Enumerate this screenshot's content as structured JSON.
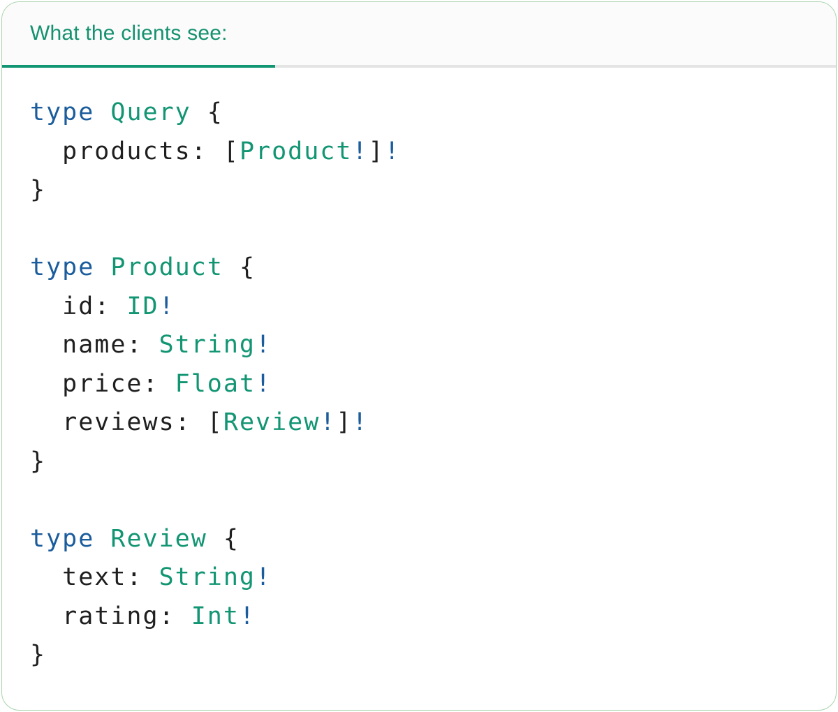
{
  "tabbar": {
    "active_tab_label": "What the clients see:"
  },
  "colors": {
    "accent_green": "#129573",
    "tab_text_green": "#14916f",
    "tab_indicator_green": "#119573",
    "keyword_blue": "#1a5c9c",
    "code_text_dark": "#1f1f1f",
    "inactive_divider_gray": "#e4e4e4",
    "tabbar_background": "#fbfbfb",
    "card_border_green": "#a9d3ab"
  },
  "code": {
    "language": "graphql",
    "lines": [
      [
        {
          "s": "type",
          "c": "k"
        },
        {
          "s": " ",
          "c": "p"
        },
        {
          "s": "Query",
          "c": "t"
        },
        {
          "s": " {",
          "c": "p"
        }
      ],
      [
        {
          "s": "  products: [",
          "c": "p"
        },
        {
          "s": "Product",
          "c": "t"
        },
        {
          "s": "!",
          "c": "k"
        },
        {
          "s": "]",
          "c": "p"
        },
        {
          "s": "!",
          "c": "k"
        }
      ],
      [
        {
          "s": "}",
          "c": "p"
        }
      ],
      [],
      [
        {
          "s": "type",
          "c": "k"
        },
        {
          "s": " ",
          "c": "p"
        },
        {
          "s": "Product",
          "c": "t"
        },
        {
          "s": " {",
          "c": "p"
        }
      ],
      [
        {
          "s": "  id: ",
          "c": "p"
        },
        {
          "s": "ID",
          "c": "t"
        },
        {
          "s": "!",
          "c": "k"
        }
      ],
      [
        {
          "s": "  name: ",
          "c": "p"
        },
        {
          "s": "String",
          "c": "t"
        },
        {
          "s": "!",
          "c": "k"
        }
      ],
      [
        {
          "s": "  price: ",
          "c": "p"
        },
        {
          "s": "Float",
          "c": "t"
        },
        {
          "s": "!",
          "c": "k"
        }
      ],
      [
        {
          "s": "  reviews: [",
          "c": "p"
        },
        {
          "s": "Review",
          "c": "t"
        },
        {
          "s": "!",
          "c": "k"
        },
        {
          "s": "]",
          "c": "p"
        },
        {
          "s": "!",
          "c": "k"
        }
      ],
      [
        {
          "s": "}",
          "c": "p"
        }
      ],
      [],
      [
        {
          "s": "type",
          "c": "k"
        },
        {
          "s": " ",
          "c": "p"
        },
        {
          "s": "Review",
          "c": "t"
        },
        {
          "s": " {",
          "c": "p"
        }
      ],
      [
        {
          "s": "  text: ",
          "c": "p"
        },
        {
          "s": "String",
          "c": "t"
        },
        {
          "s": "!",
          "c": "k"
        }
      ],
      [
        {
          "s": "  rating: ",
          "c": "p"
        },
        {
          "s": "Int",
          "c": "t"
        },
        {
          "s": "!",
          "c": "k"
        }
      ],
      [
        {
          "s": "}",
          "c": "p"
        }
      ]
    ]
  }
}
